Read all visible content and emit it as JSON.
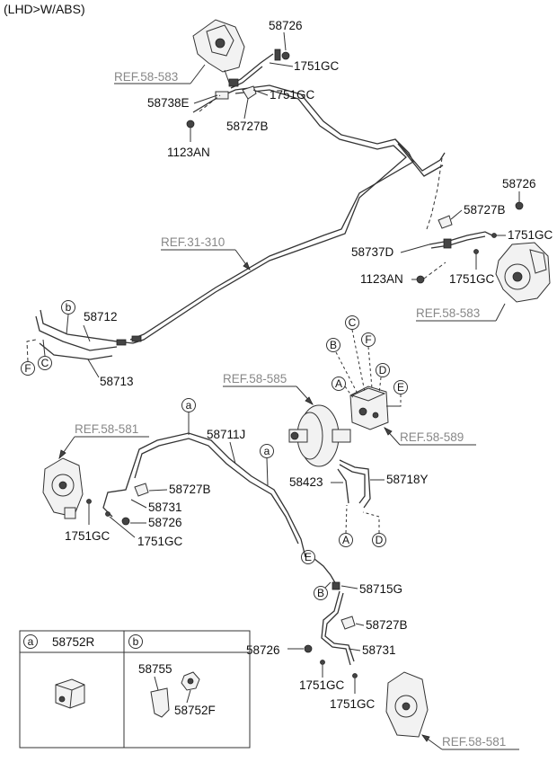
{
  "header": "(LHD>W/ABS)",
  "labels": {
    "p58726_top": "58726",
    "p1751GC_top1": "1751GC",
    "p1751GC_top2": "1751GC",
    "p58738E": "58738E",
    "p58727B_top": "58727B",
    "p1123AN_top": "1123AN",
    "p58726_right": "58726",
    "p58727B_right": "58727B",
    "p1751GC_right1": "1751GC",
    "p58737D": "58737D",
    "p1123AN_right": "1123AN",
    "p1751GC_right2": "1751GC",
    "p58712": "58712",
    "p58713": "58713",
    "p58711J": "58711J",
    "p58727B_mid": "58727B",
    "p58731_mid": "58731",
    "p58726_mid": "58726",
    "p1751GC_mid1": "1751GC",
    "p1751GC_mid2": "1751GC",
    "p58423": "58423",
    "p58718Y": "58718Y",
    "p58715G": "58715G",
    "p58727B_low": "58727B",
    "p58726_low": "58726",
    "p58731_low": "58731",
    "p1751GC_low1": "1751GC",
    "p1751GC_low2": "1751GC"
  },
  "refs": {
    "r58_583_top": "REF.58-583",
    "r31_310": "REF.31-310",
    "r58_583_right": "REF.58-583",
    "r58_585": "REF.58-585",
    "r58_589": "REF.58-589",
    "r58_581_left": "REF.58-581",
    "r58_581_bottom": "REF.58-581"
  },
  "circles": {
    "b_left": "b",
    "c_left": "C",
    "f_left": "F",
    "c_abs": "C",
    "b_abs": "B",
    "f_abs": "F",
    "a_abs": "A",
    "d_abs": "D",
    "e_abs": "E",
    "a_pipe1": "a",
    "a_pipe2": "a",
    "a_bot": "A",
    "d_bot": "D",
    "e_low": "E",
    "b_low": "B"
  },
  "legend": {
    "cell_a_letter": "a",
    "cell_a_part": "58752R",
    "cell_b_letter": "b",
    "part_58755": "58755",
    "part_58752F": "58752F"
  }
}
